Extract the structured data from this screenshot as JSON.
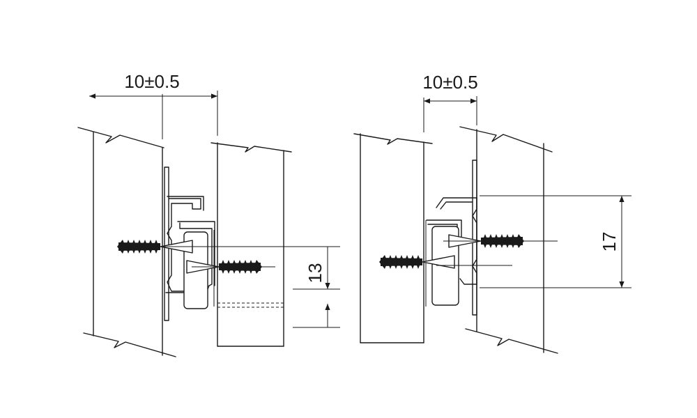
{
  "figure": {
    "left_view": {
      "gap_dimension": "10±0.5",
      "height_dimension": "13"
    },
    "right_view": {
      "gap_dimension": "10±0.5",
      "height_dimension": "17"
    }
  }
}
